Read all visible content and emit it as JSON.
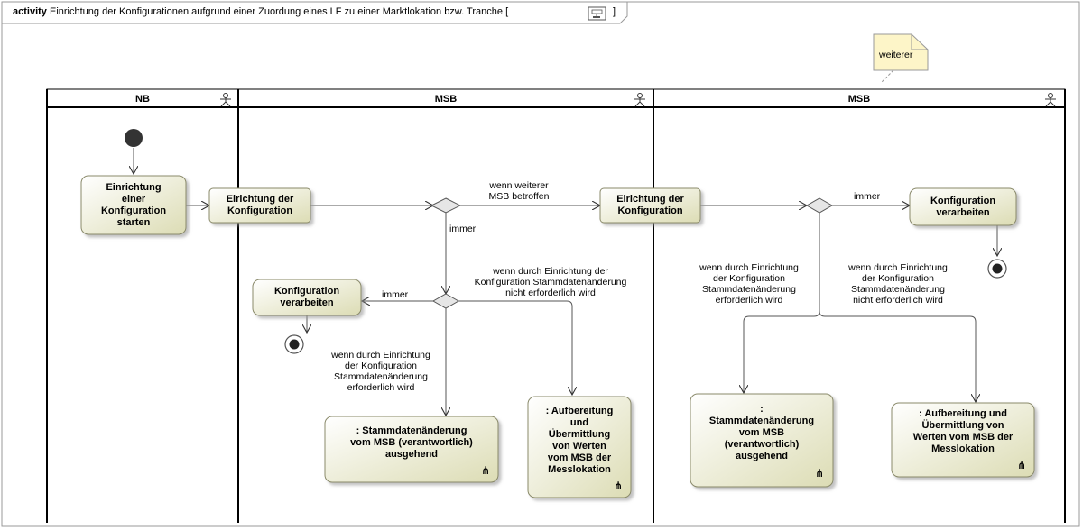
{
  "frame": {
    "keyword": "activity",
    "title": "Einrichtung der Konfigurationen aufgrund einer Zuordung eines LF zu einer Marktlokation bzw. Tranche",
    "bracket_open": "[",
    "bracket_close": "]"
  },
  "note": {
    "text": "weiterer"
  },
  "lanes": [
    {
      "title": "NB"
    },
    {
      "title": "MSB"
    },
    {
      "title": "MSB"
    }
  ],
  "nodes": {
    "nb_start_config": "Einrichtung\neiner\nKonfiguration\nstarten",
    "msb1_einrichtung": "Eirichtung der\nKonfiguration",
    "msb1_verarbeiten": "Konfiguration\nverarbeiten",
    "msb1_stammdaten": ": Stammdatenänderung\nvom MSB (verantwortlich)\nausgehend",
    "msb1_aufbereitung": ": Aufbereitung\nund\nÜbermittlung\nvon Werten\nvom MSB der\nMesslokation",
    "msb2_einrichtung": "Eirichtung der\nKonfiguration",
    "msb2_verarbeiten": "Konfiguration\nverarbeiten",
    "msb2_stammdaten": ":\nStammdatenänderung\nvom MSB\n(verantwortlich)\nausgehend",
    "msb2_aufbereitung": ": Aufbereitung und\nÜbermittlung von\nWerten vom MSB der\nMesslokation"
  },
  "edges": {
    "wenn_weiterer": "wenn weiterer\nMSB betroffen",
    "immer_down": "immer",
    "immer_left": "immer",
    "msb1_not_required": "wenn durch Einrichtung der\nKonfiguration Stammdatenänderung\nnicht erforderlich wird",
    "msb1_required": "wenn durch Einrichtung\nder Konfiguration\nStammdatenänderung\nerforderlich wird",
    "msb2_immer": "immer",
    "msb2_required": "wenn durch Einrichtung\nder Konfiguration\nStammdatenänderung\nerforderlich wird",
    "msb2_not_required": "wenn durch Einrichtung\nder Konfiguration\nStammdatenänderung\nnicht erforderlich wird"
  },
  "colors": {
    "action_fill_top": "#ffffff",
    "action_fill_bottom": "#dcdcb4",
    "lane_line": "#000000",
    "edge": "#555555",
    "note_fill": "#fdf5c8"
  },
  "icons": [
    "actor-icon",
    "call-behavior-rake-icon",
    "decision-diamond-icon",
    "initial-node-icon",
    "activity-final-icon",
    "diagram-icon"
  ]
}
